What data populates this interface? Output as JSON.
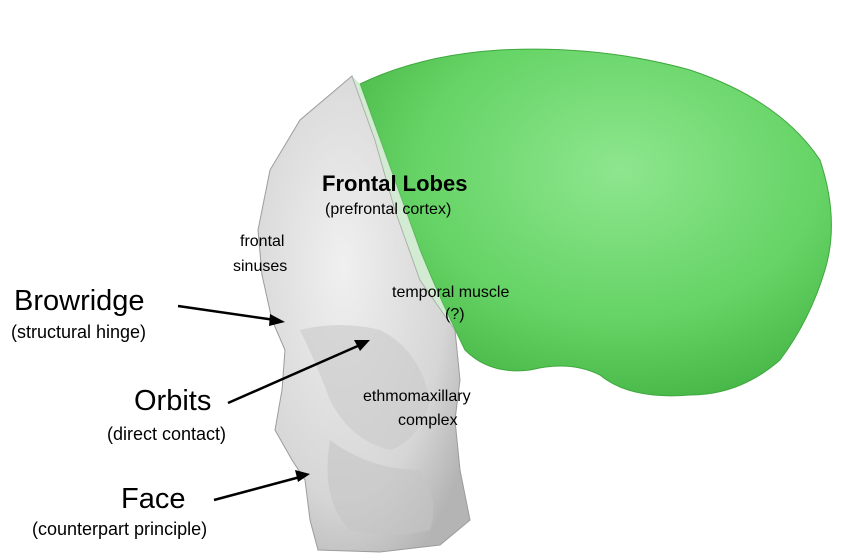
{
  "labels": {
    "frontal_lobes": "Frontal Lobes",
    "frontal_lobes_sub": "(prefrontal cortex)",
    "frontal_sinuses_1": "frontal",
    "frontal_sinuses_2": "sinuses",
    "temporal_muscle": "temporal muscle",
    "temporal_muscle_q": "(?)",
    "ethmo_1": "ethmomaxillary",
    "ethmo_2": "complex",
    "browridge": "Browridge",
    "browridge_sub": "(structural hinge)",
    "orbits": "Orbits",
    "orbits_sub": "(direct contact)",
    "face": "Face",
    "face_sub": "(counterpart principle)"
  },
  "colors": {
    "brain_fill": "#66d466",
    "brain_dark": "#3fa83f",
    "skull_fill": "#d9d9d9",
    "skull_dark": "#a8a8a8"
  }
}
